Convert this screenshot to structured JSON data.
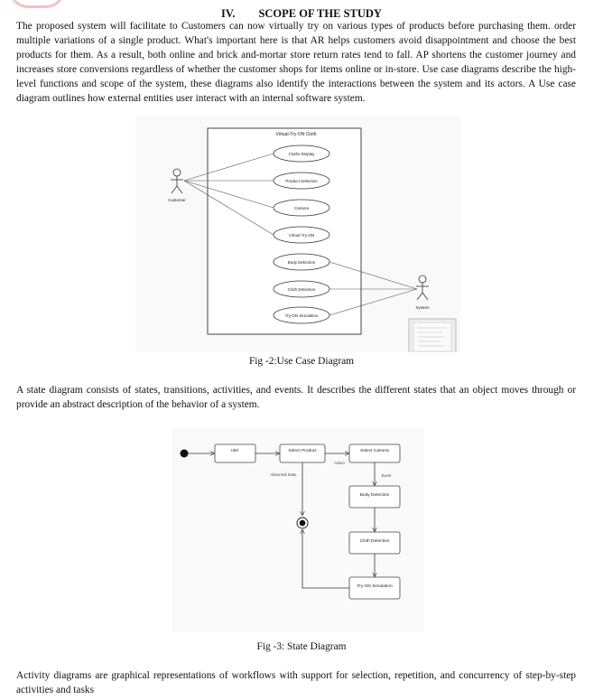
{
  "section": {
    "number": "IV.",
    "title": "SCOPE OF THE STUDY"
  },
  "paragraphs": {
    "intro": "The proposed system will facilitate to Customers can now virtually try on various types of products before purchasing them. order multiple variations of a single product. What's important here is that AR helps customers avoid disappointment and choose the best products for them. As a result, both online and brick and-mortar store return rates tend to fall. AP shortens the customer journey and increases store conversions regardless of whether the customer shops for items online or in-store. Use case diagrams describe the high-level functions and scope of the system, these diagrams also identify the interactions between the system and its actors. A Use case diagram outlines how external entities user interact with an internal software system.",
    "state": "A state diagram consists of states, transitions, activities, and events. It describes the different states that an object moves through or provide an abstract description of the behavior of a system.",
    "activity": "Activity diagrams are graphical representations of workflows with support for selection, repetition, and concurrency of step-by-step activities and tasks"
  },
  "usecase_diagram": {
    "boundary_title": "Virtual-Try-ON Cloth",
    "actors": {
      "customer": "Customer",
      "system": "System"
    },
    "use_cases": [
      "Cloths Display",
      "Product Selection",
      "Camera",
      "Virtual Try-ON",
      "Body Detection",
      "Cloth Detection",
      "Try-ON Simulation"
    ],
    "caption": "Fig -2:Use Case Diagram"
  },
  "state_diagram": {
    "states": {
      "idle": "Idel",
      "select_product": "Select Product",
      "select_camera": "Select Camera",
      "body_detection": "Body Detection",
      "cloth_detection": "Cloth Detection",
      "tryon_simulation": "Try-ON Simulation"
    },
    "labels": {
      "action": "Action",
      "event": "Event",
      "abnormal": "Abnormal State"
    },
    "caption": "Fig -3: State Diagram"
  }
}
